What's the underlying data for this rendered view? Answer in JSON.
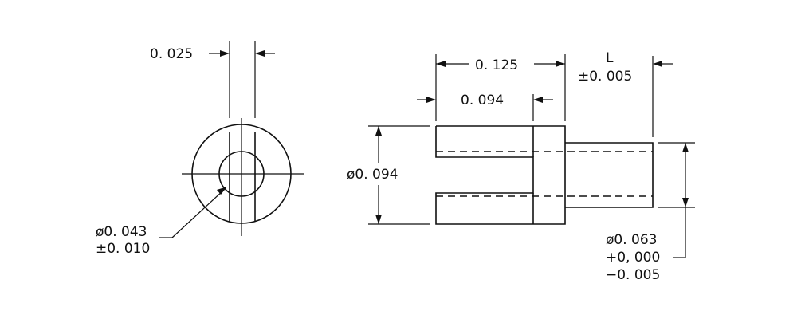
{
  "end_view": {
    "slot_width": "0. 025",
    "hole_diameter": "ø0. 043",
    "hole_tolerance": "±0. 010"
  },
  "side_view": {
    "overall_length": "0. 125",
    "slot_depth": "0. 094",
    "body_diameter": "ø0. 094",
    "length_label": "L",
    "length_tolerance": "±0. 005",
    "pin_diameter": "ø0. 063",
    "pin_tolerance_plus": "+0, 000",
    "pin_tolerance_minus": "−0. 005"
  }
}
